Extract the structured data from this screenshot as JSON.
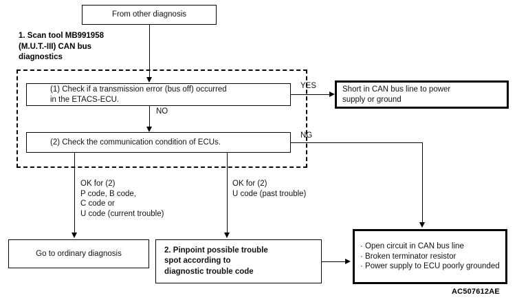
{
  "figure": {
    "code": "AC507612AE",
    "heading": "1. Scan tool MB991958\n(M.U.T.-III) CAN bus\ndiagnostics"
  },
  "nodes": {
    "start": "From other diagnosis",
    "step1": "(1) Check if a transmission error (bus off) occurred\nin the ETACS-ECU.",
    "step2": "(2) Check the communication condition of ECUs.",
    "short_result": "Short in CAN bus line to power\nsupply or ground",
    "ordinary": "Go to ordinary diagnosis",
    "pinpoint": "2. Pinpoint possible trouble\nspot according to\ndiagnostic trouble code",
    "open_circuit": "· Open circuit in CAN bus line\n· Broken terminator resistor\n· Power supply to ECU poorly grounded"
  },
  "edges": {
    "yes": "YES",
    "no": "NO",
    "ng": "NG",
    "ok_left": "OK for (2)\nP code, B code,\nC code or\nU code (current trouble)",
    "ok_right": "OK for (2)\nU code (past trouble)"
  },
  "colors": {
    "line": "#000000",
    "text": "#111111",
    "background": "#ffffff"
  }
}
